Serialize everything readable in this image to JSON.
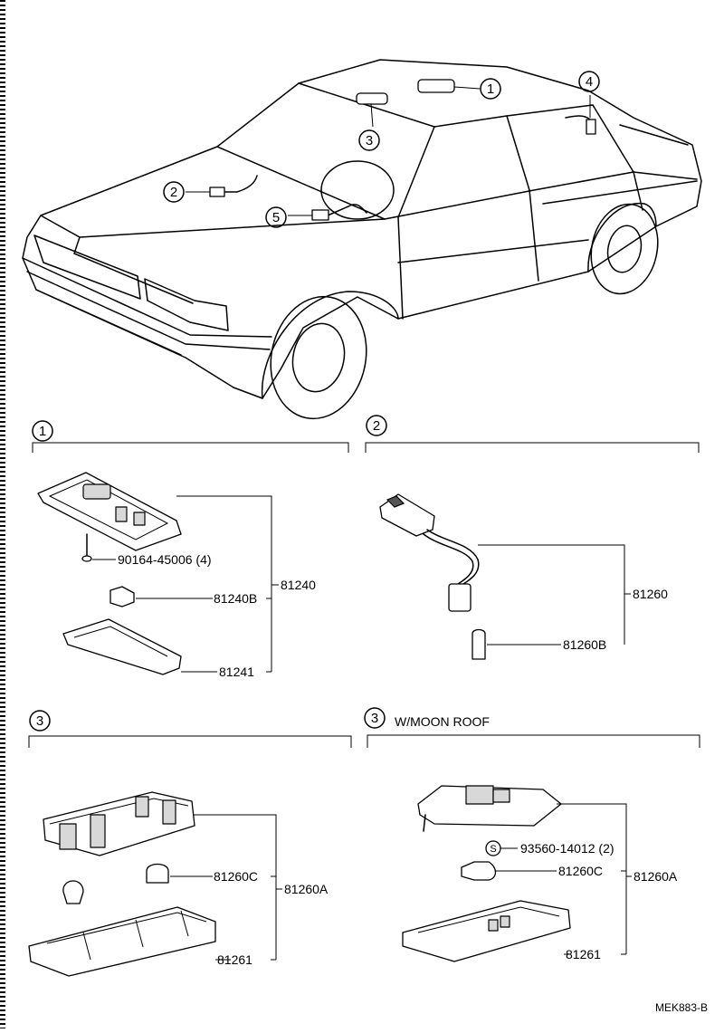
{
  "callouts": {
    "c1": "1",
    "c2": "2",
    "c3": "3",
    "c4": "4",
    "c5": "5"
  },
  "sections": {
    "s1": {
      "number": "1",
      "title": ""
    },
    "s2": {
      "number": "2",
      "title": ""
    },
    "s3": {
      "number": "3",
      "title": ""
    },
    "s4": {
      "number": "3",
      "title": "W/MOON ROOF"
    }
  },
  "parts": {
    "p_90164": "90164-45006 (4)",
    "p_81240B": "81240B",
    "p_81240": "81240",
    "p_81241": "81241",
    "p_81260": "81260",
    "p_81260B": "81260B",
    "p_81260C_a": "81260C",
    "p_81260A_a": "81260A",
    "p_81261_a": "81261",
    "p_s_mark": "S",
    "p_93560": "93560-14012 (2)",
    "p_81260C_b": "81260C",
    "p_81260A_b": "81260A",
    "p_81261_b": "81261"
  },
  "diagram_code": "MEK883-B"
}
